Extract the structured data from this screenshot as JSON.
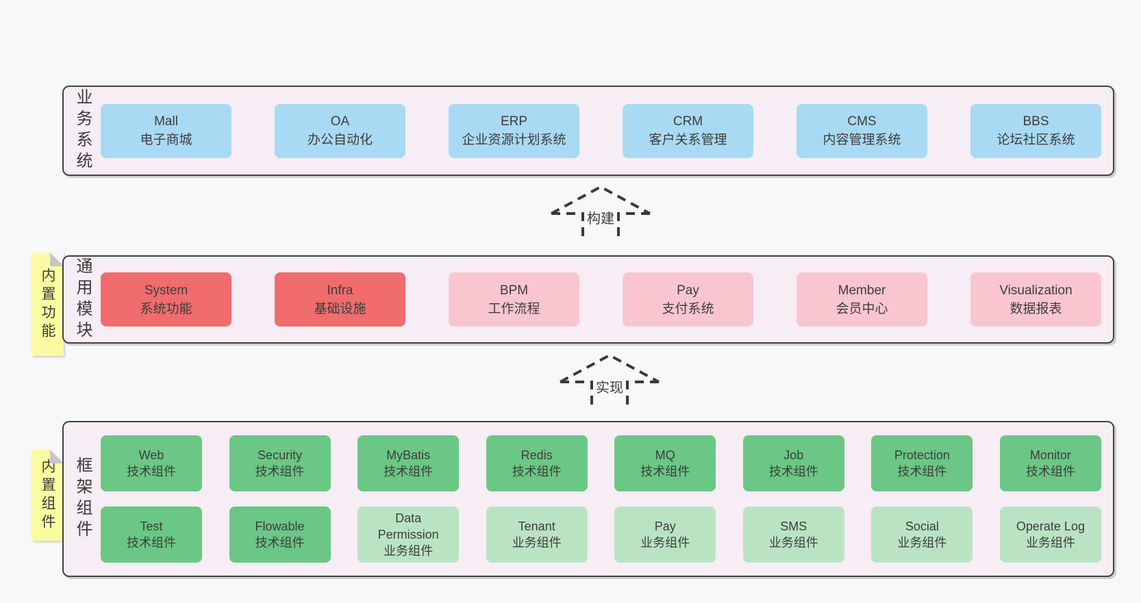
{
  "bands": [
    {
      "label": "业务系统",
      "boxes": [
        {
          "en": "Mall",
          "zh": "电子商城"
        },
        {
          "en": "OA",
          "zh": "办公自动化"
        },
        {
          "en": "ERP",
          "zh": "企业资源计划系统"
        },
        {
          "en": "CRM",
          "zh": "客户关系管理"
        },
        {
          "en": "CMS",
          "zh": "内容管理系统"
        },
        {
          "en": "BBS",
          "zh": "论坛社区系统"
        }
      ]
    },
    {
      "label": "通用模块",
      "note": "内置功能",
      "boxes": [
        {
          "en": "System",
          "zh": "系统功能"
        },
        {
          "en": "Infra",
          "zh": "基础设施"
        },
        {
          "en": "BPM",
          "zh": "工作流程"
        },
        {
          "en": "Pay",
          "zh": "支付系统"
        },
        {
          "en": "Member",
          "zh": "会员中心"
        },
        {
          "en": "Visualization",
          "zh": "数据报表"
        }
      ]
    },
    {
      "label": "框架组件",
      "note": "内置组件",
      "rows": [
        [
          {
            "en": "Web",
            "zh": "技术组件"
          },
          {
            "en": "Security",
            "zh": "技术组件"
          },
          {
            "en": "MyBatis",
            "zh": "技术组件"
          },
          {
            "en": "Redis",
            "zh": "技术组件"
          },
          {
            "en": "MQ",
            "zh": "技术组件"
          },
          {
            "en": "Job",
            "zh": "技术组件"
          },
          {
            "en": "Protection",
            "zh": "技术组件"
          },
          {
            "en": "Monitor",
            "zh": "技术组件"
          }
        ],
        [
          {
            "en": "Test",
            "zh": "技术组件"
          },
          {
            "en": "Flowable",
            "zh": "技术组件"
          },
          {
            "en": "Data Permission",
            "zh": "业务组件"
          },
          {
            "en": "Tenant",
            "zh": "业务组件"
          },
          {
            "en": "Pay",
            "zh": "业务组件"
          },
          {
            "en": "SMS",
            "zh": "业务组件"
          },
          {
            "en": "Social",
            "zh": "业务组件"
          },
          {
            "en": "Operate Log",
            "zh": "业务组件"
          }
        ]
      ]
    }
  ],
  "arrows": [
    {
      "label": "构建"
    },
    {
      "label": "实现"
    }
  ],
  "colors": {
    "page_background": "#f8f8f8",
    "band_background": "#f6edf5",
    "band_border": "#424242",
    "business_box": "#a9daf3",
    "core_module_box": "#f16c6c",
    "module_box": "#f9c6d0",
    "tech_component_box": "#6ac785",
    "biz_component_box": "#bae3c4",
    "sticky_note": "#fafba1",
    "text": "#3f3f3f"
  }
}
